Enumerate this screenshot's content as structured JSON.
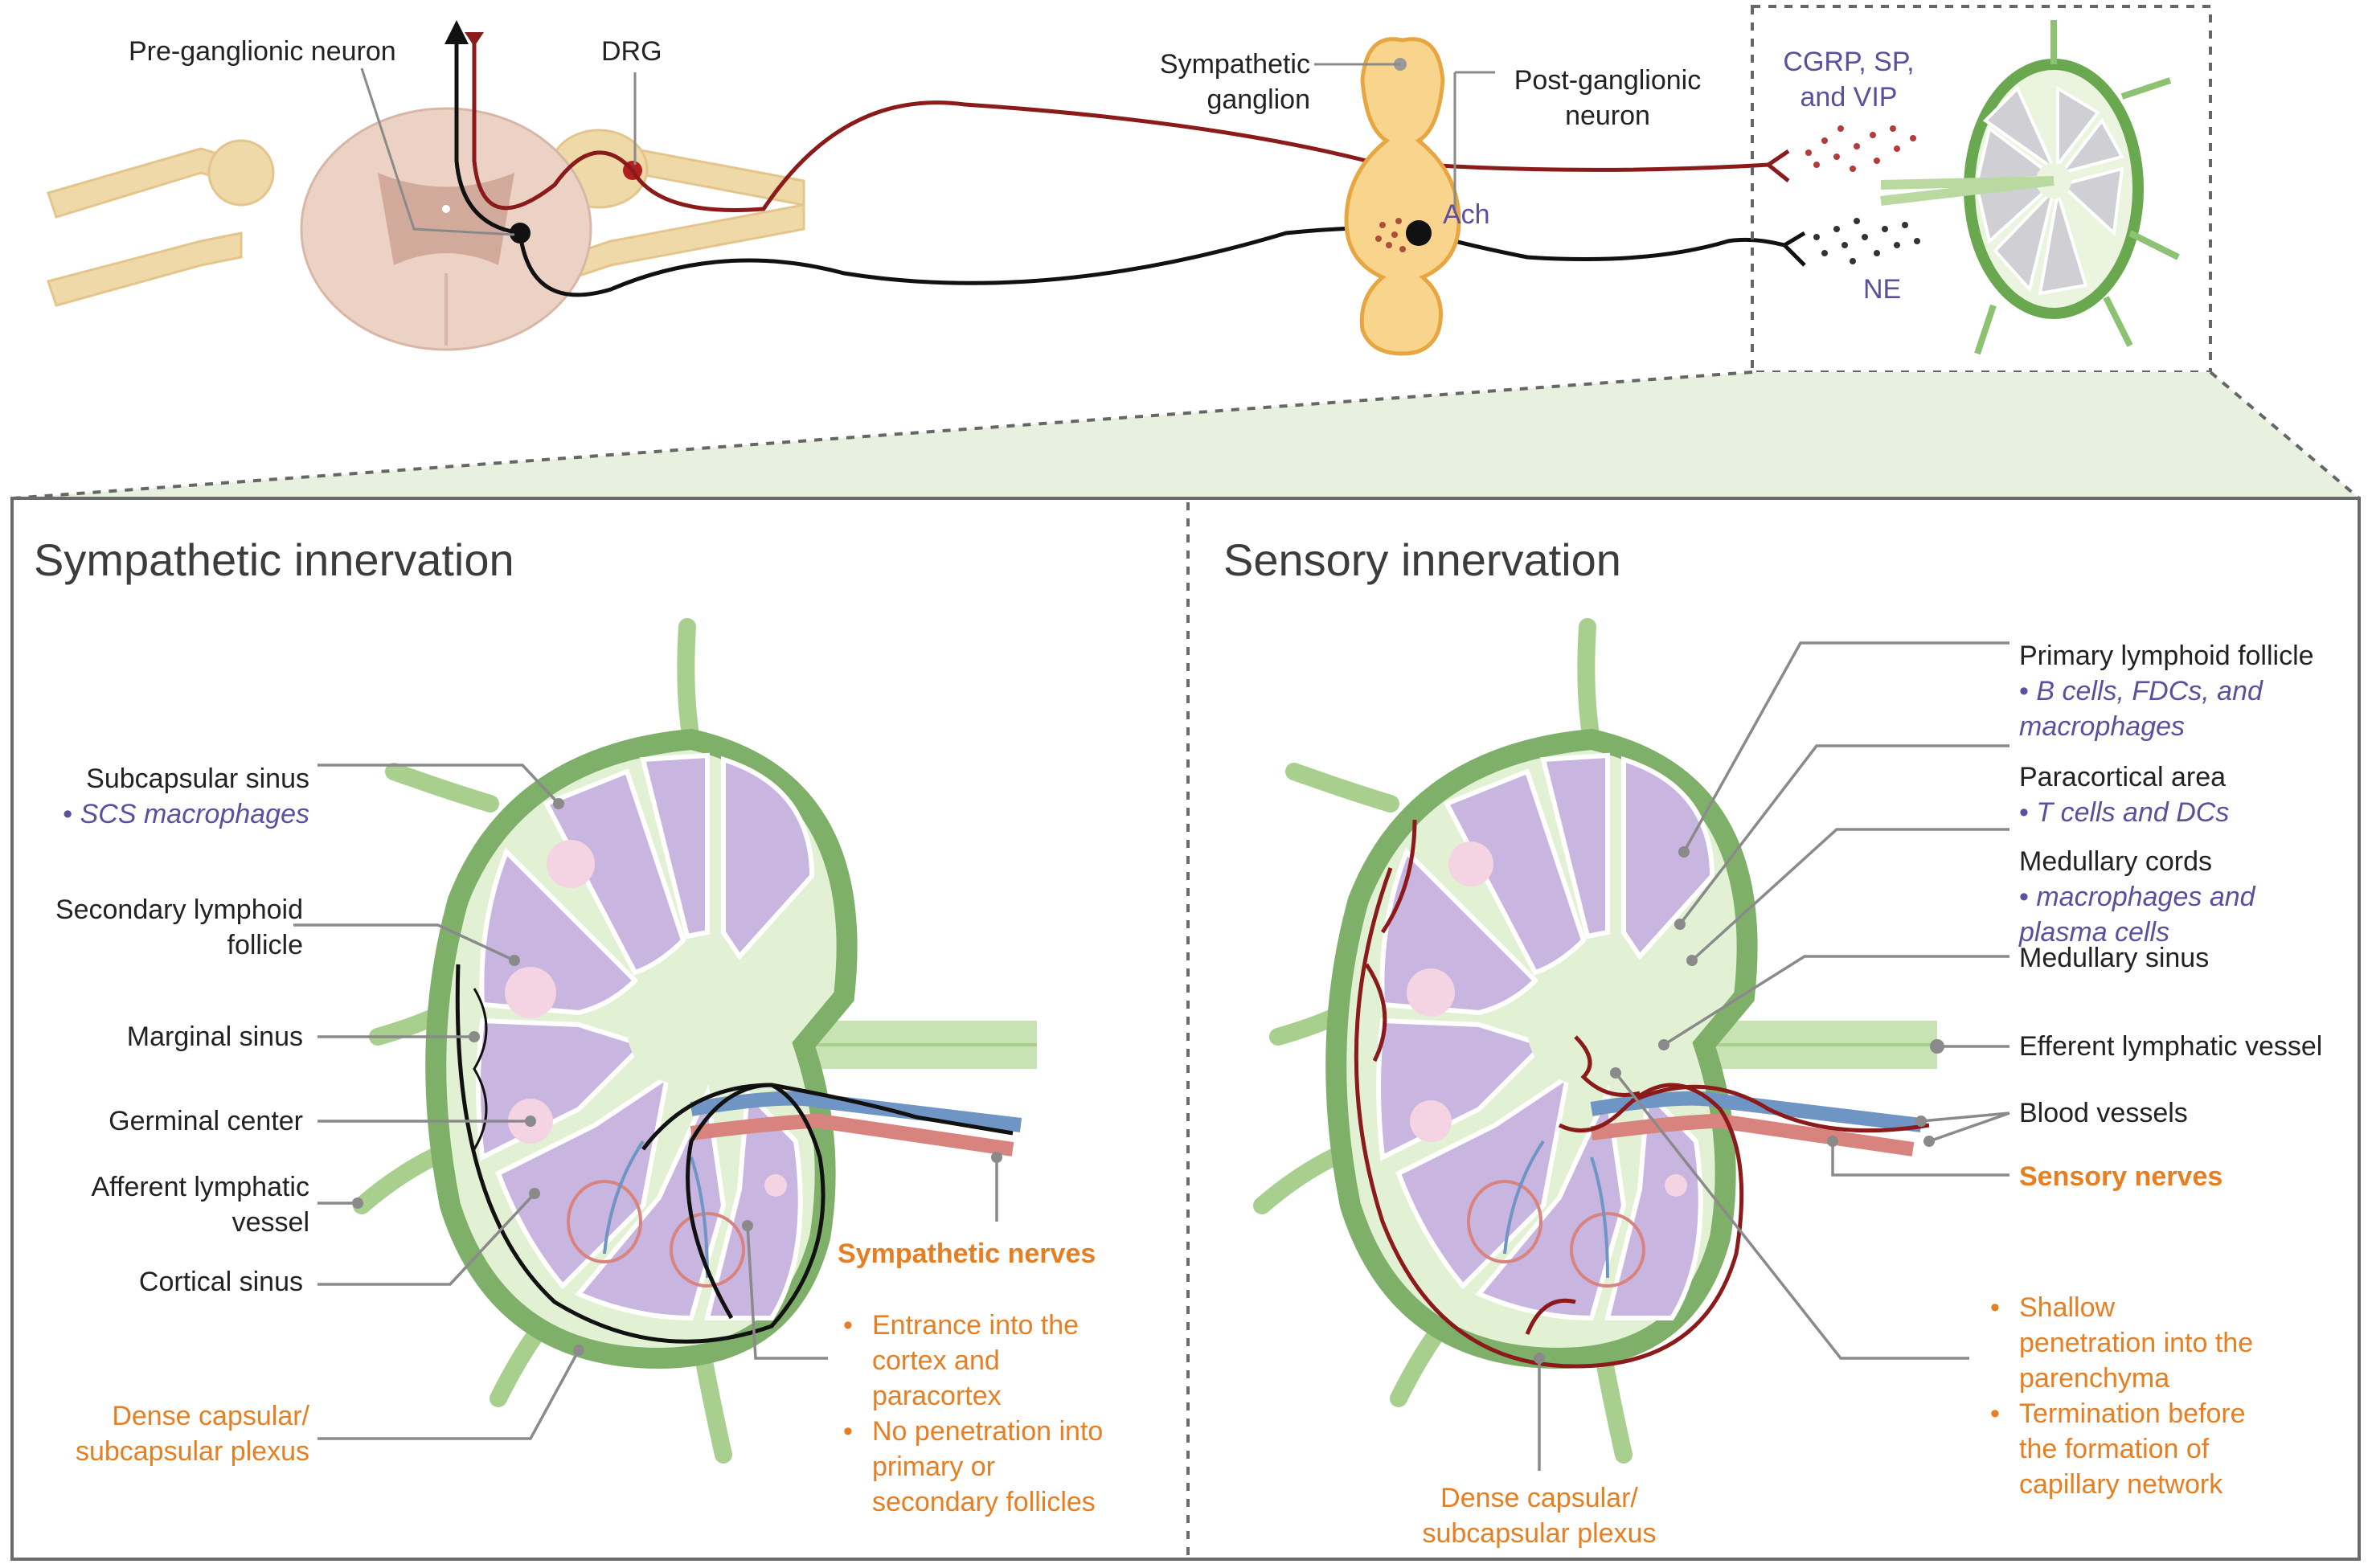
{
  "top": {
    "preganglionic_label": "Pre-ganglionic neuron",
    "drg_label": "DRG",
    "sympathetic_ganglion_label": "Sympathetic\nganglion",
    "postganglionic_label": "Post-ganglionic\nneuron",
    "ach_label": "Ach",
    "neuropeptides_label": "CGRP, SP,\nand VIP",
    "ne_label": "NE"
  },
  "left_panel": {
    "title": "Sympathetic innervation",
    "labels": {
      "subcapsular_sinus": "Subcapsular sinus",
      "subcapsular_sinus_sub": "SCS macrophages",
      "secondary_follicle": "Secondary lymphoid\nfollicle",
      "marginal_sinus": "Marginal sinus",
      "germinal_center": "Germinal center",
      "afferent_vessel": "Afferent lymphatic\nvessel",
      "cortical_sinus": "Cortical sinus",
      "dense_plexus": "Dense capsular/\nsubcapsular plexus",
      "nerves_title": "Sympathetic nerves"
    },
    "bullets": [
      "Entrance into the\ncortex and\nparacortex",
      "No penetration into\nprimary or\nsecondary follicles"
    ]
  },
  "right_panel": {
    "title": "Sensory innervation",
    "labels": {
      "primary_follicle": "Primary lymphoid follicle",
      "primary_follicle_sub": "B cells, FDCs, and\nmacrophages",
      "paracortical_area": "Paracortical area",
      "paracortical_sub": "T cells and DCs",
      "medullary_cords": "Medullary cords",
      "medullary_cords_sub": "macrophages and\nplasma cells",
      "medullary_sinus": "Medullary sinus",
      "efferent_vessel": "Efferent lymphatic vessel",
      "blood_vessels": "Blood vessels",
      "nerves_title": "Sensory nerves",
      "dense_plexus": "Dense capsular/\nsubcapsular plexus"
    },
    "bullets": [
      "Shallow\npenetration into the\nparenchyma",
      "Termination before\nthe formation of\ncapillary network"
    ]
  },
  "colors": {
    "sympathetic_fiber": "#111111",
    "sensory_fiber": "#8b1a1a",
    "node_capsule": "#7fb069",
    "node_fill": "#d9ecc8",
    "follicle": "#c9b6e0",
    "germinal_center": "#f2d6e6",
    "ganglion": "#f5c16c",
    "spinal_cord": "#e8c9b9",
    "label_purple": "#5b4f9e",
    "label_orange": "#e67e22",
    "blood_red": "#d9837f",
    "blood_blue": "#6f95c4",
    "panel_border": "#6b6b6b"
  }
}
